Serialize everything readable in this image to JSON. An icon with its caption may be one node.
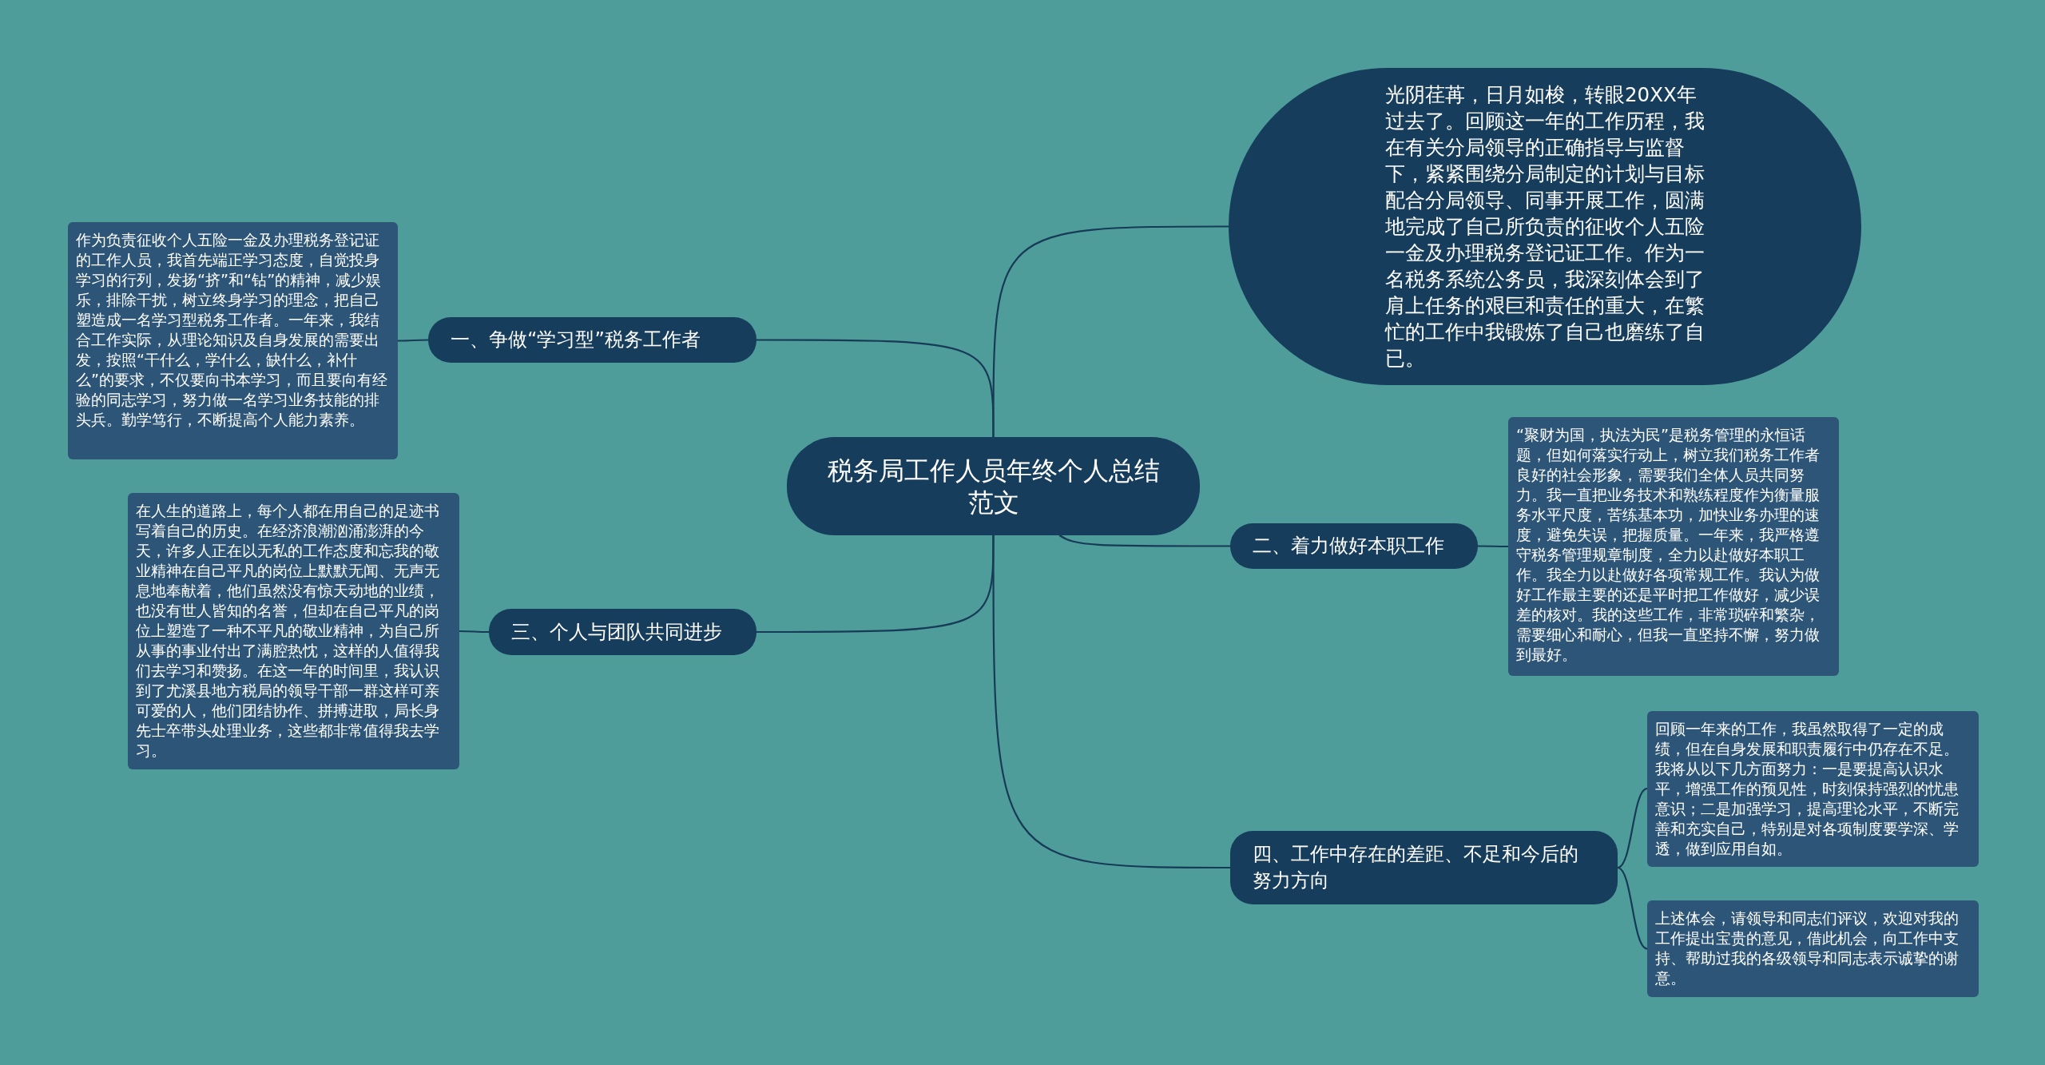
{
  "diagram": {
    "nodes": [
      {
        "text": [
          "税务局工作人员年终个人总结范文"
        ]
      },
      {
        "text": [
          "光阴荏苒，日月如梭，转眼20XX年过去了。回顾这一年的工作历程，我在有关分局领导的正确指导与监督下，紧紧围绕分局制定的计划与目标配合分局领导、同事开展工作，圆满地完成了自己所负责的征收个人五险一金及办理税务登记证工作。作为一名税务系统公务员，我深刻体会到了肩上任务的艰巨和责任的重大，在繁忙的工作中我锻炼了自己也磨练了自已。"
        ]
      },
      {
        "text": [
          "一、争做“学习型”税务工作者"
        ]
      },
      {
        "text": [
          "作为负责征收个人五险一金及办理税务登记证的工作人员，我首先端正学习态度，自觉投身学习的行列，发扬“挤”和“钻”的精神，减少娱乐，排除干扰，树立终身学习的理念，把自己塑造成一名学习型税务工作者。一年来，我结合工作实际，从理论知识及自身发展的需要出发，按照“干什么，学什么，缺什么，补什么”的要求，不仅要向书本学习，而且要向有经验的同志学习，努力做一名学习业务技能的排头兵。勤学笃行，不断提高个人能力素养。"
        ]
      },
      {
        "text": [
          "二、着力做好本职工作"
        ]
      },
      {
        "text": [
          "“聚财为国，执法为民”是税务管理的永恒话题，但如何落实行动上，树立我们税务工作者良好的社会形象，需要我们全体人员共同努力。我一直把业务技术和熟练程度作为衡量服务水平尺度，苦练基本功，加快业务办理的速度，避免失误，把握质量。一年来，我严格遵守税务管理规章制度，全力以赴做好本职工作。我全力以赴做好各项常规工作。我认为做好工作最主要的还是平时把工作做好，减少误差的核对。我的这些工作，非常琐碎和繁杂，需要细心和耐心，但我一直坚持不懈，努力做到最好。"
        ]
      },
      {
        "text": [
          "三、个人与团队共同进步"
        ]
      },
      {
        "text": [
          "在人生的道路上，每个人都在用自己的足迹书写着自己的历史。在经济浪潮汹涌澎湃的今天，许多人正在以无私的工作态度和忘我的敬业精神在自己平凡的岗位上默默无闻、无声无息地奉献着，他们虽然没有惊天动地的业绩，也没有世人皆知的名誉，但却在自己平凡的岗位上塑造了一种不平凡的敬业精神，为自己所从事的事业付出了满腔热忱，这样的人值得我们去学习和赞扬。在这一年的时间里，我认识到了尤溪县地方税局的领导干部一群这样可亲可爱的人，他们团结协作、拼搏进取，局长身先士卒带头处理业务，这些都非常值得我去学习。"
        ]
      },
      {
        "text": [
          "四、工作中存在的差距、不足和今后的努力方向"
        ]
      },
      {
        "text": [
          "回顾一年来的工作，我虽然取得了一定的成绩，但在自身发展和职责履行中仍存在不足。我将从以下几方面努力：一是要提高认识水平，增强工作的预见性，时刻保持强烈的忧患意识；二是加强学习，提高理论水平，不断完善和充实自己，特别是对各项制度要学深、学透，做到应用自如。"
        ]
      },
      {
        "text": [
          "上述体会，请领导和同志们评议，欢迎对我的工作提出宝贵的意见，借此机会，向工作中支持、帮助过我的各级领导和同志表示诚挚的谢意。"
        ]
      }
    ],
    "edges": [
      {
        "from": 0,
        "to": 1,
        "arrow": "none"
      },
      {
        "from": 0,
        "to": 2,
        "arrow": "none"
      },
      {
        "from": 2,
        "to": 3,
        "arrow": "none"
      },
      {
        "from": 0,
        "to": 4,
        "arrow": "none"
      },
      {
        "from": 4,
        "to": 5,
        "arrow": "none"
      },
      {
        "from": 0,
        "to": 6,
        "arrow": "none"
      },
      {
        "from": 6,
        "to": 7,
        "arrow": "none"
      },
      {
        "from": 0,
        "to": 8,
        "arrow": "none"
      },
      {
        "from": 8,
        "to": 9,
        "arrow": "none"
      },
      {
        "from": 8,
        "to": 10,
        "arrow": "none"
      }
    ]
  }
}
